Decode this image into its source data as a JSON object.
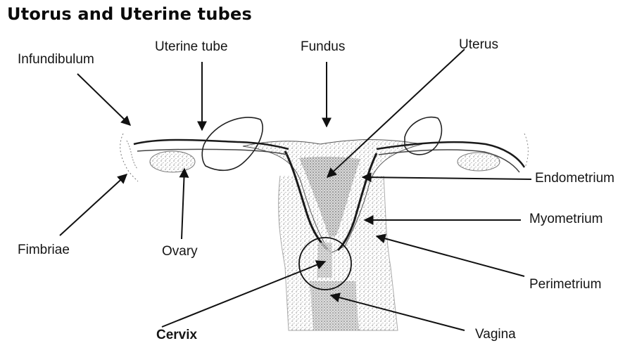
{
  "title": "Utorus and Uterine tubes",
  "labels": {
    "infundibulum": "Infundibulum",
    "uterine_tube": "Uterine tube",
    "fundus": "Fundus",
    "uterus": "Uterus",
    "endometrium": "Endometrium",
    "myometrium": "Myometrium",
    "perimetrium": "Perimetrium",
    "fimbriae": "Fimbriae",
    "ovary": "Ovary",
    "cervix": "Cervix",
    "vagina": "Vagina"
  },
  "colors": {
    "line": "#1a1a1a",
    "stipple": "#8a8a8a",
    "background": "#ffffff"
  }
}
